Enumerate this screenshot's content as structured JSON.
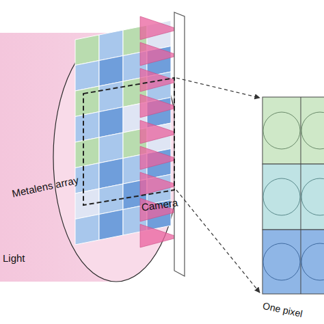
{
  "diagram": {
    "labels": [
      "Metalens array",
      "Camera",
      "Light",
      "One pixel"
    ]
  }
}
